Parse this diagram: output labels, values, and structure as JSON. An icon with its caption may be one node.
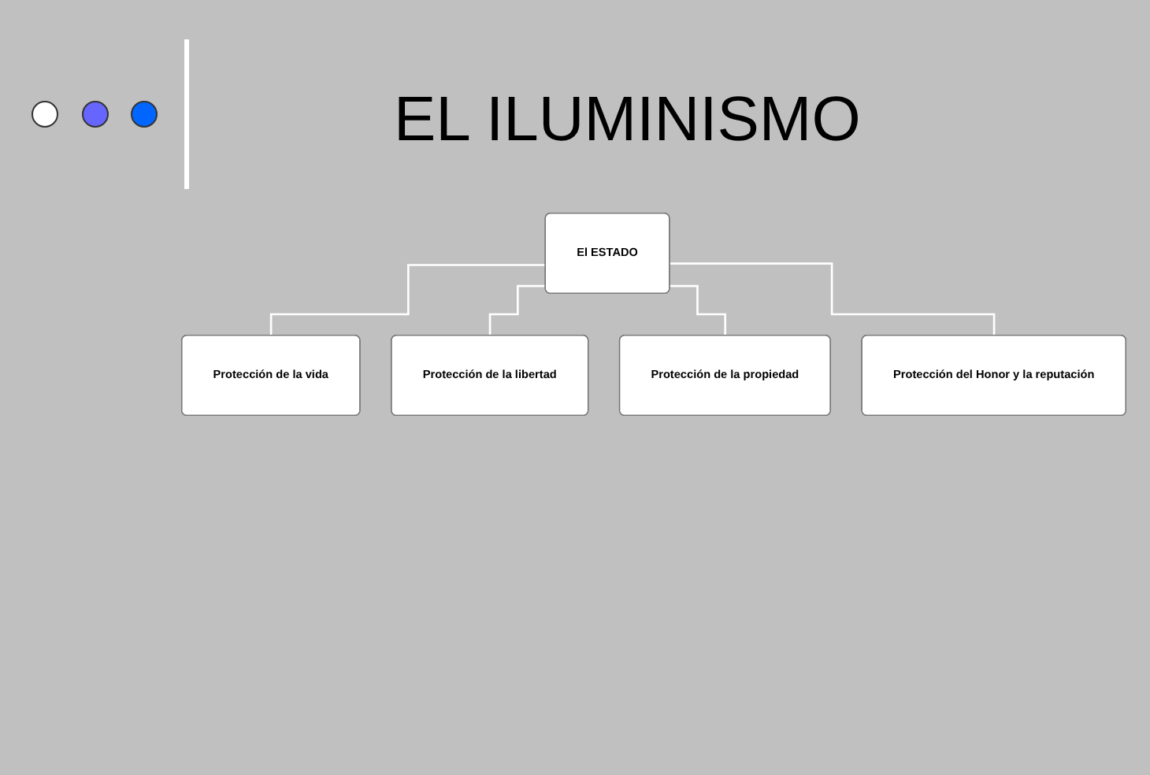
{
  "diagram": {
    "title": "EL ILUMINISMO",
    "nodes": [
      {
        "text": [
          "El ESTADO"
        ]
      },
      {
        "text": [
          "Protección de la vida"
        ]
      },
      {
        "text": [
          "Protección de la libertad"
        ]
      },
      {
        "text": [
          "Protección de la propiedad"
        ]
      },
      {
        "text": [
          "Protección del Honor y la reputación"
        ]
      }
    ],
    "edges": [
      {
        "from": 0,
        "to": 1,
        "arrow": "none"
      },
      {
        "from": 0,
        "to": 2,
        "arrow": "none"
      },
      {
        "from": 0,
        "to": 3,
        "arrow": "none"
      },
      {
        "from": 0,
        "to": 4,
        "arrow": "none"
      }
    ]
  }
}
